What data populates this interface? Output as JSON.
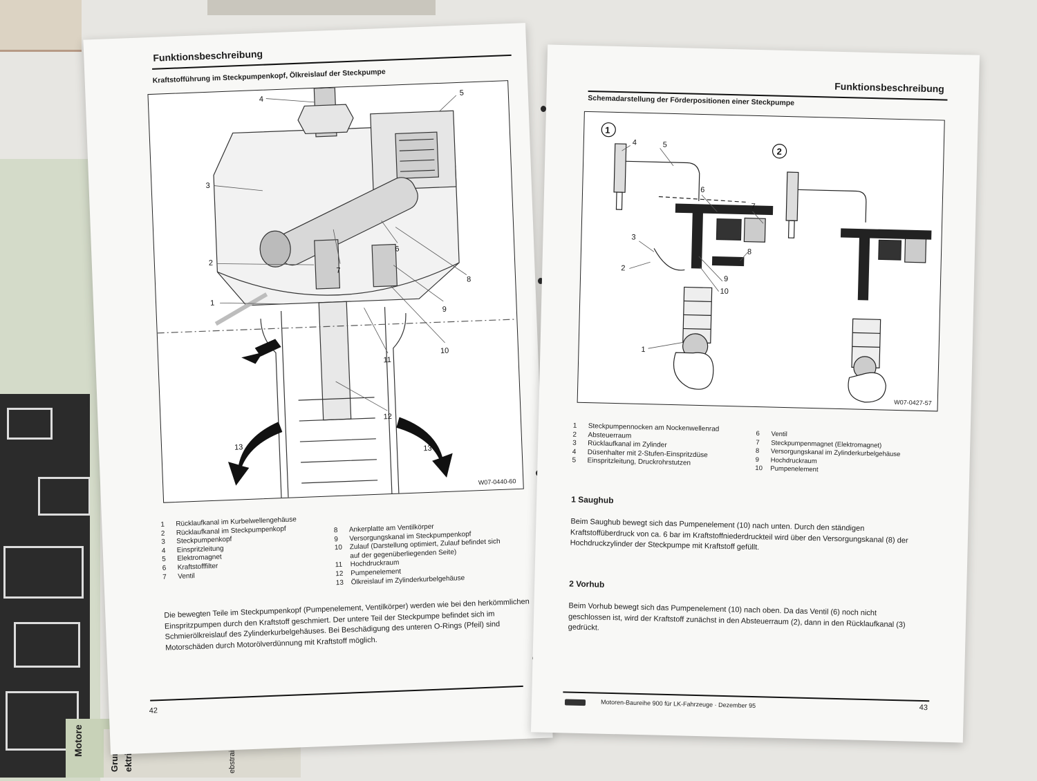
{
  "left_page": {
    "header": "Funktionsbeschreibung",
    "subtitle": "Kraftstofführung im Steckpumpenkopf, Ölkreislauf der Steckpumpe",
    "figure_code": "W07-0440-60",
    "callouts": [
      "1",
      "2",
      "3",
      "4",
      "5",
      "6",
      "7",
      "8",
      "9",
      "10",
      "11",
      "12",
      "13",
      "13"
    ],
    "legend_left": [
      {
        "n": "1",
        "t": "Rücklaufkanal im Kurbelwellengehäuse"
      },
      {
        "n": "2",
        "t": "Rücklaufkanal im Steckpumpenkopf"
      },
      {
        "n": "3",
        "t": "Steckpumpenkopf"
      },
      {
        "n": "4",
        "t": "Einspritzleitung"
      },
      {
        "n": "5",
        "t": "Elektromagnet"
      },
      {
        "n": "6",
        "t": "Kraftstofffilter"
      },
      {
        "n": "7",
        "t": "Ventil"
      }
    ],
    "legend_right": [
      {
        "n": "8",
        "t": "Ankerplatte am Ventilkörper"
      },
      {
        "n": "9",
        "t": "Versorgungskanal im Steckpumpenkopf"
      },
      {
        "n": "10",
        "t": "Zulauf (Darstellung optimiert, Zulauf befindet sich"
      },
      {
        "n": "",
        "t": "auf der gegenüberliegenden Seite)"
      },
      {
        "n": "11",
        "t": "Hochdruckraum"
      },
      {
        "n": "12",
        "t": "Pumpenelement"
      },
      {
        "n": "13",
        "t": "Ölkreislauf im Zylinderkurbelgehäuse"
      }
    ],
    "body": "Die bewegten Teile im Steckpumpenkopf (Pumpenelement, Ventilkörper) werden wie bei den herkömmlichen Einspritzpumpen durch den Kraftstoff geschmiert. Der untere Teil der Steckpumpe befindet sich im Schmierölkreislauf des Zylinderkurbelgehäuses. Bei Beschädigung des unteren O-Rings (Pfeil) sind Motorschäden durch Motorölverdünnung mit Kraftstoff möglich.",
    "page_number": "42"
  },
  "right_page": {
    "header": "Funktionsbeschreibung",
    "subtitle": "Schemadarstellung der Förderpositionen einer Steckpumpe",
    "figure_code": "W07-0427-57",
    "position_markers": [
      "①",
      "②"
    ],
    "callouts": [
      "1",
      "2",
      "3",
      "4",
      "5",
      "6",
      "7",
      "8",
      "9",
      "10"
    ],
    "legend_left": [
      {
        "n": "1",
        "t": "Steckpumpennocken am Nockenwellenrad"
      },
      {
        "n": "2",
        "t": "Absteuerraum"
      },
      {
        "n": "3",
        "t": "Rücklaufkanal im Zylinder"
      },
      {
        "n": "4",
        "t": "Düsenhalter mit 2-Stufen-Einspritzdüse"
      },
      {
        "n": "5",
        "t": "Einspritzleitung, Druckrohrstutzen"
      }
    ],
    "legend_right": [
      {
        "n": "6",
        "t": "Ventil"
      },
      {
        "n": "7",
        "t": "Steckpumpenmagnet (Elektromagnet)"
      },
      {
        "n": "8",
        "t": "Versorgungskanal im Zylinderkurbelgehäuse"
      },
      {
        "n": "9",
        "t": "Hochdruckraum"
      },
      {
        "n": "10",
        "t": "Pumpenelement"
      }
    ],
    "section1_title": "1  Saughub",
    "section1_body": "Beim Saughub bewegt sich das Pumpenelement (10) nach unten. Durch den ständigen Kraftstoffüberdruck von ca. 6 bar im Kraftstoffniederdruckteil wird über den Versorgungskanal (8) der Hochdruckzylinder der Steckpumpe mit Kraftstoff gefüllt.",
    "section2_title": "2  Vorhub",
    "section2_body": "Beim Vorhub bewegt sich das Pumpenelement (10) nach oben. Da das Ventil (6) noch nicht geschlossen ist, wird der Kraftstoff zunächst in den Absteuerraum (2), dann in den Rücklaufkanal (3) gedrückt.",
    "footer": "Motoren-Baureihe 900 für LK-Fahrzeuge · Dezember 95",
    "page_number": "43"
  },
  "background": {
    "spine_text_1": "Motore",
    "spine_text_2": "Grundle",
    "spine_text_3": "ektrisc",
    "spine_text_4": "ebstrain"
  }
}
